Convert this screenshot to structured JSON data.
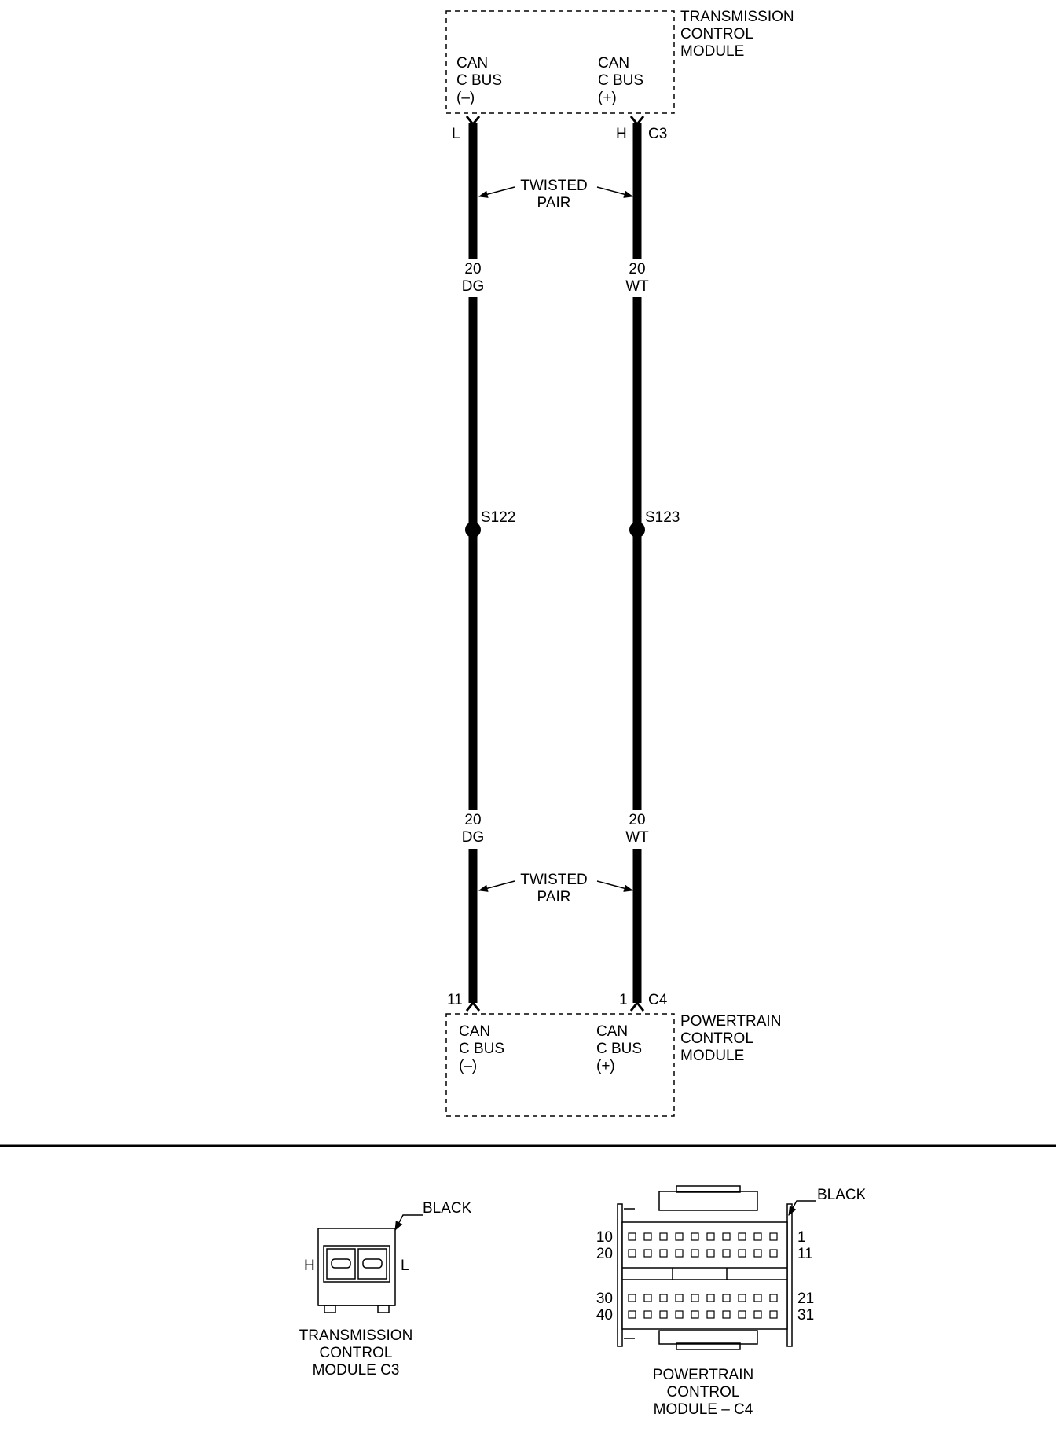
{
  "tcm": {
    "title": [
      "TRANSMISSION",
      "CONTROL",
      "MODULE"
    ],
    "minus_label": [
      "CAN",
      "C BUS",
      "(–)"
    ],
    "plus_label": [
      "CAN",
      "C BUS",
      "(+)"
    ],
    "pin_minus": "L",
    "pin_plus": "H",
    "connector": "C3"
  },
  "pcm": {
    "title": [
      "POWERTRAIN",
      "CONTROL",
      "MODULE"
    ],
    "minus_label": [
      "CAN",
      "C BUS",
      "(–)"
    ],
    "plus_label": [
      "CAN",
      "C BUS",
      "(+)"
    ],
    "pin_minus": "11",
    "pin_plus": "1",
    "connector": "C4"
  },
  "twisted_pair": [
    "TWISTED",
    "PAIR"
  ],
  "wires": {
    "left": {
      "gauge": "20",
      "color": "DG",
      "splice": "S122"
    },
    "right": {
      "gauge": "20",
      "color": "WT",
      "splice": "S123"
    }
  },
  "tcm_connector_view": {
    "color_label": "BLACK",
    "pin_h": "H",
    "pin_l": "L",
    "caption": [
      "TRANSMISSION",
      "CONTROL",
      "MODULE C3"
    ]
  },
  "pcm_connector_view": {
    "color_label": "BLACK",
    "row_labels_left": [
      "10",
      "20",
      "30",
      "40"
    ],
    "row_labels_right": [
      "1",
      "11",
      "21",
      "31"
    ],
    "caption": [
      "POWERTRAIN",
      "CONTROL",
      "MODULE – C4"
    ]
  }
}
